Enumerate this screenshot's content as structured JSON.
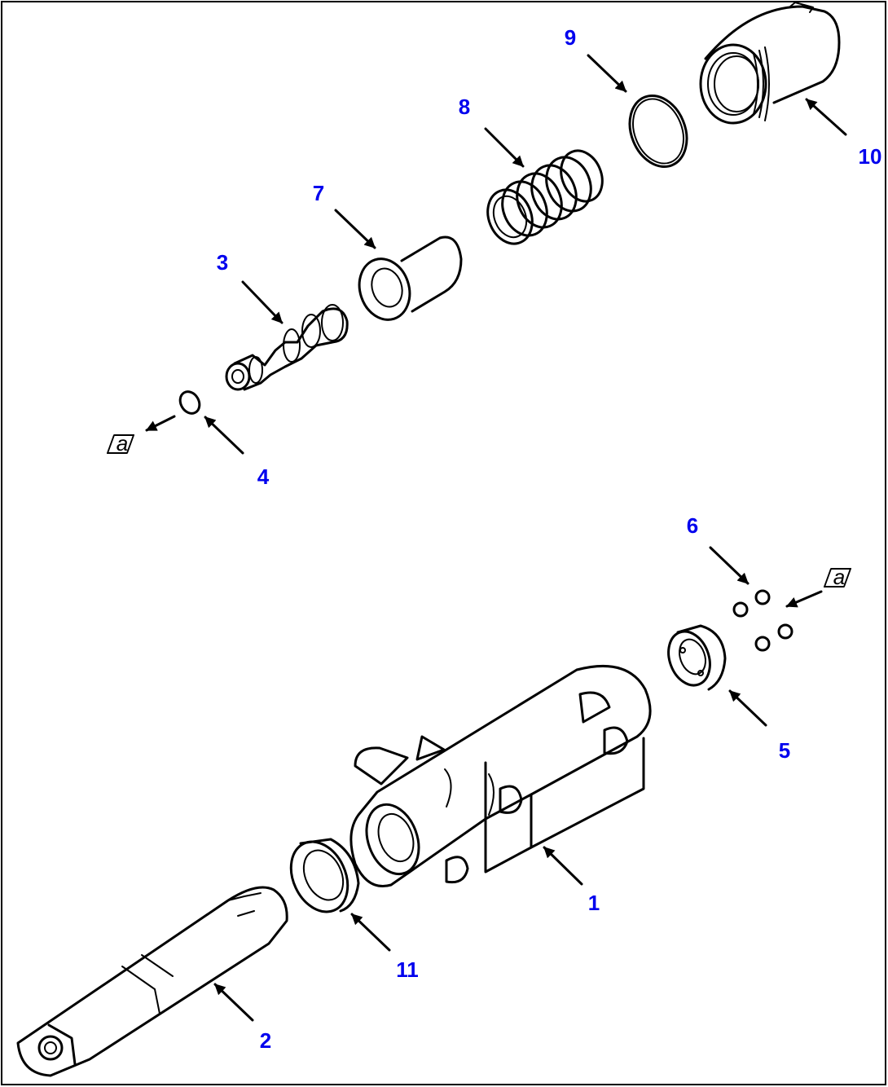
{
  "diagram": {
    "label_color": "#0000ee",
    "line_color": "#000000",
    "callouts": [
      {
        "id": "1",
        "part": "housing"
      },
      {
        "id": "2",
        "part": "rod"
      },
      {
        "id": "3",
        "part": "spool"
      },
      {
        "id": "4",
        "part": "o-ring-small"
      },
      {
        "id": "5",
        "part": "plug"
      },
      {
        "id": "6",
        "part": "balls"
      },
      {
        "id": "7",
        "part": "retainer"
      },
      {
        "id": "8",
        "part": "spring"
      },
      {
        "id": "9",
        "part": "o-ring-large"
      },
      {
        "id": "10",
        "part": "cap"
      },
      {
        "id": "11",
        "part": "seal"
      }
    ],
    "reference_marks": [
      {
        "id": "a-left",
        "text": "a"
      },
      {
        "id": "a-right",
        "text": "a"
      }
    ]
  }
}
